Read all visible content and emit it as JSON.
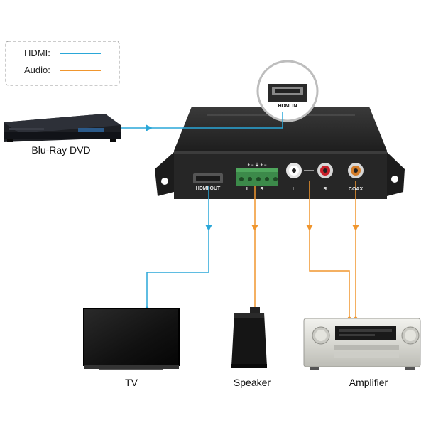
{
  "legend": {
    "hdmi_label": "HDMI:",
    "audio_label": "Audio:"
  },
  "colors": {
    "hdmi": "#2aa7d8",
    "audio": "#f0962e",
    "device_body": "#2b2b2b",
    "green_terminal": "#3c8a4a"
  },
  "devices": {
    "source": "Blu-Ray DVD",
    "tv": "TV",
    "speaker": "Speaker",
    "amplifier": "Amplifier"
  },
  "ports": {
    "hdmi_in": "HDMI IN",
    "hdmi_out": "HDMI OUT",
    "terminal_l": "L",
    "terminal_r": "R",
    "terminal_signs": "+ −  ⏚  + −",
    "rca_l": "L",
    "rca_r": "R",
    "coax": "COAX"
  }
}
